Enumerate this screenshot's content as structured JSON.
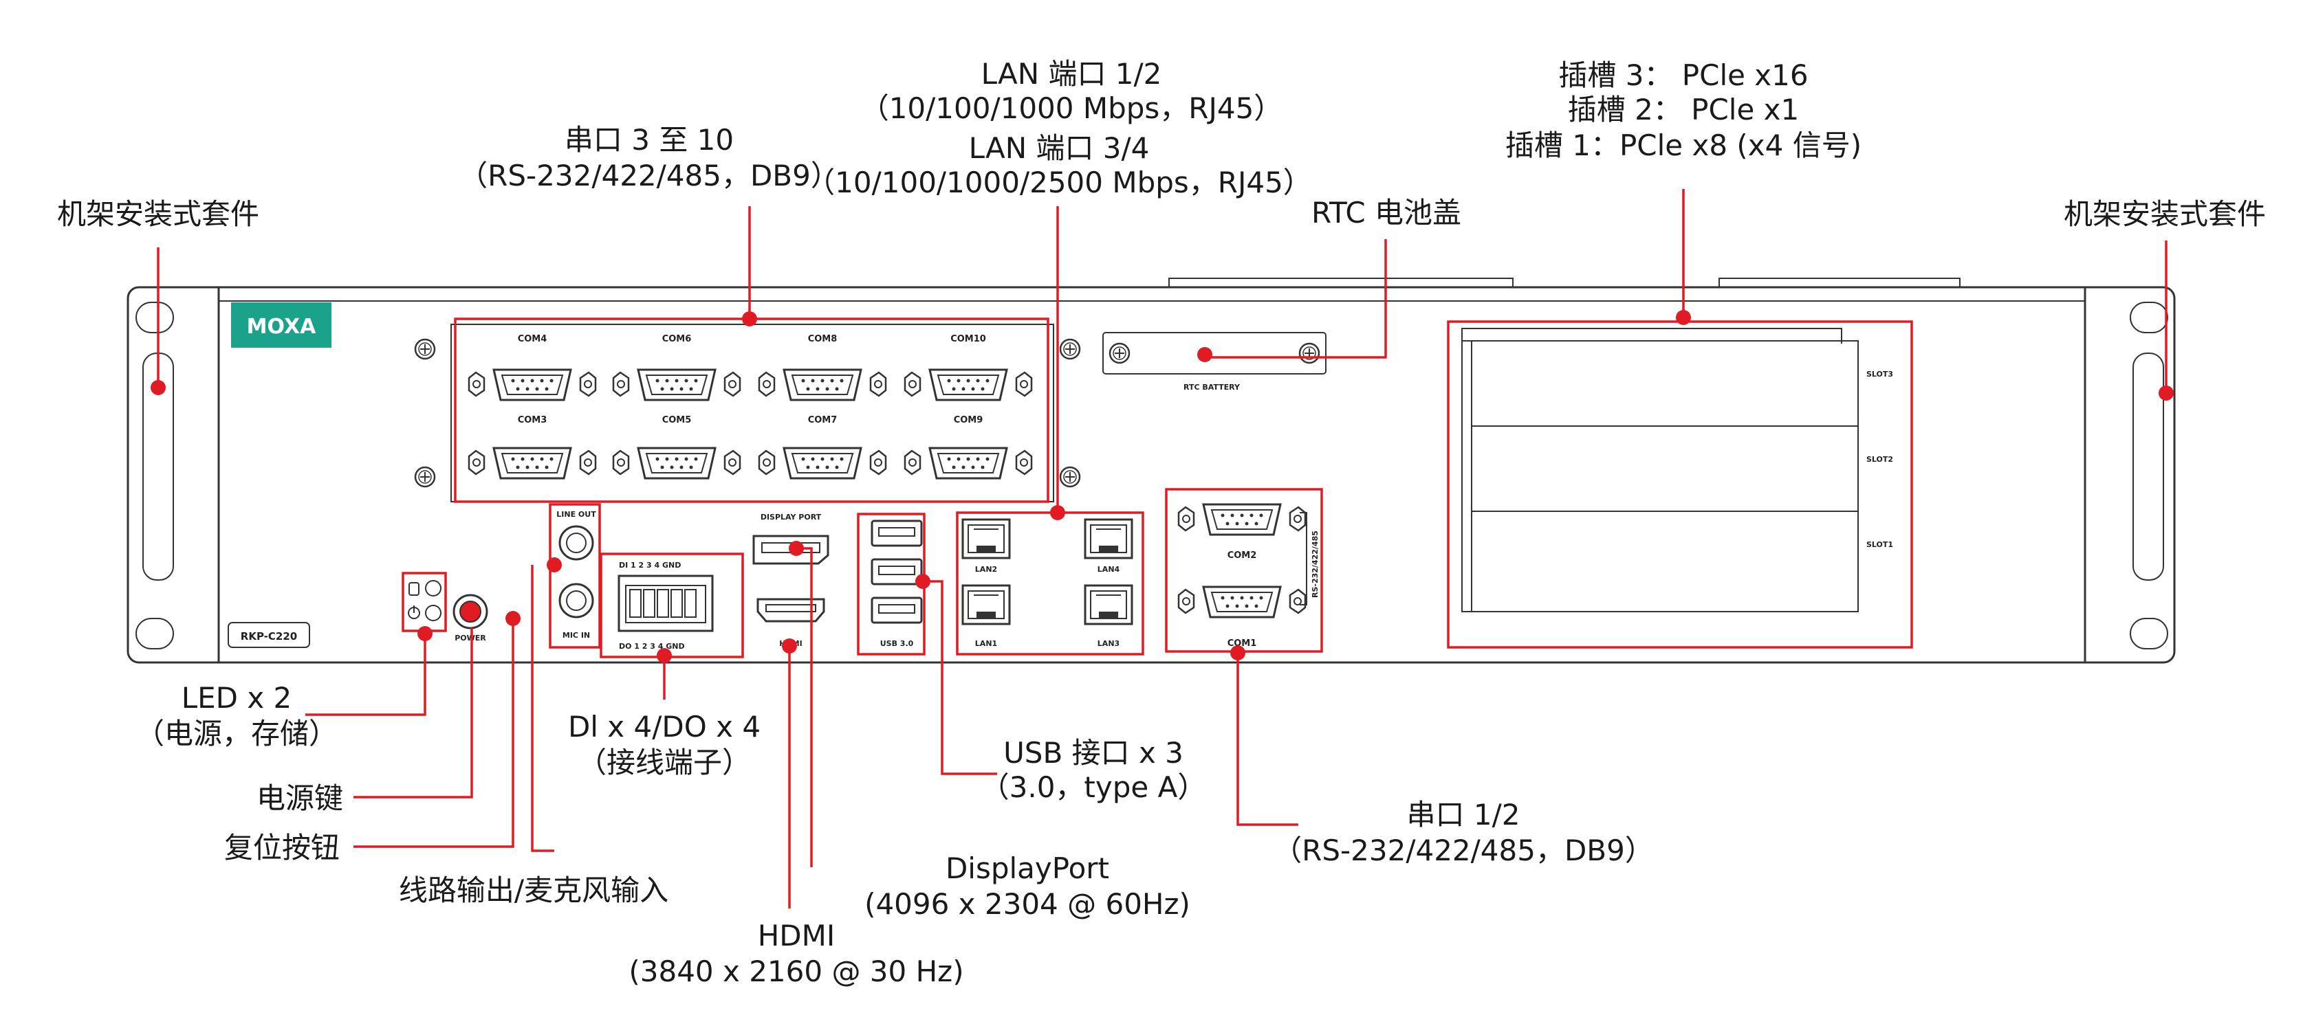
{
  "colors": {
    "accent": "#e01b24",
    "brand": "#1aa38a",
    "outline": "#333333"
  },
  "device": {
    "brand_logo": "MOXA",
    "model": "RKP-C220",
    "ports": {
      "com4": "COM4",
      "com6": "COM6",
      "com8": "COM8",
      "com10": "COM10",
      "com3": "COM3",
      "com5": "COM5",
      "com7": "COM7",
      "com9": "COM9",
      "com2": "COM2",
      "com1": "COM1",
      "rs_side": "RS-232/422/485",
      "rtc_battery": "RTC BATTERY",
      "slot3": "SLOT3",
      "slot2": "SLOT2",
      "slot1": "SLOT1",
      "line_out": "LINE OUT",
      "mic_in": "MIC IN",
      "display_port": "DISPLAY PORT",
      "hdmi": "HDMI",
      "usb": "USB 3.0",
      "lan1": "LAN1",
      "lan2": "LAN2",
      "lan3": "LAN3",
      "lan4": "LAN4",
      "power": "POWER",
      "dio_top": "DI  1  2  3  4 GND",
      "dio_bottom": "DO 1  2  3  4 GND"
    }
  },
  "callouts": {
    "rack_left": "机架安装式套件",
    "rack_right": "机架安装式套件",
    "serial_3_10_line1": "串口 3 至 10",
    "serial_3_10_line2": "（RS-232/422/485，DB9）",
    "lan12_line1": "LAN 端口 1/2",
    "lan12_line2": "（10/100/1000 Mbps，RJ45）",
    "lan34_line1": "LAN 端口 3/4",
    "lan34_line2": "（10/100/1000/2500 Mbps，RJ45）",
    "rtc": "RTC 电池盖",
    "slot3": "插槽 3： PCle x16",
    "slot2": "插槽 2： PCle x1",
    "slot1": "插槽 1：PCle x8 (x4 信号)",
    "led_line1": "LED x 2",
    "led_line2": "（电源，存储）",
    "power_key": "电源键",
    "reset": "复位按钮",
    "audio": "线路输出/麦克风输入",
    "dio_line1": "Dl x 4/DO x 4",
    "dio_line2": "（接线端子）",
    "usb_line1": "USB 接口 x 3",
    "usb_line2": "（3.0，type A）",
    "serial_12_line1": "串口 1/2",
    "serial_12_line2": "（RS-232/422/485，DB9）",
    "dp_line1": "DisplayPort",
    "dp_line2": "(4096 x 2304 @ 60Hz)",
    "hdmi_line1": "HDMI",
    "hdmi_line2": "(3840 x 2160 @ 30 Hz)"
  }
}
